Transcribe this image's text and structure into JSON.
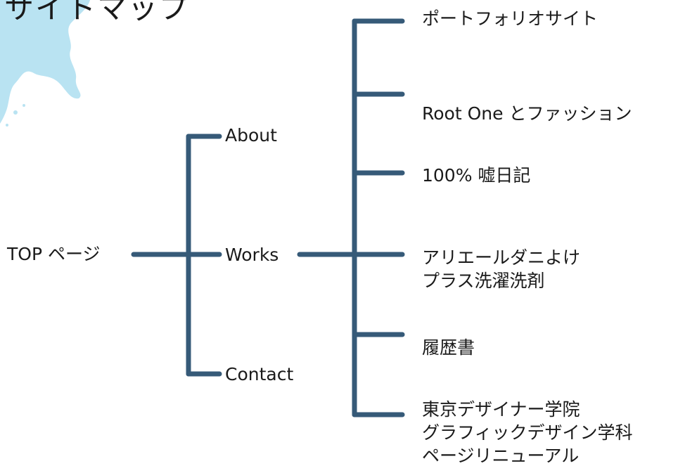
{
  "page_title": "サイトマップ",
  "colors": {
    "line": "#365a78",
    "splash": "#b9e3f2"
  },
  "sitemap": {
    "root": "TOP ページ",
    "pages": {
      "about": "About",
      "works": "Works",
      "contact": "Contact"
    },
    "works_items": [
      {
        "lines": [
          "ポートフォリオサイト"
        ]
      },
      {
        "lines": [
          "Root One とファッション"
        ]
      },
      {
        "lines": [
          "100% 嘘日記"
        ]
      },
      {
        "lines": [
          "アリエールダニよけ",
          "プラス洗濯洗剤"
        ]
      },
      {
        "lines": [
          "履歴書"
        ]
      },
      {
        "lines": [
          "東京デザイナー学院",
          "グラフィックデザイン学科",
          "ページリニューアル"
        ]
      }
    ]
  }
}
